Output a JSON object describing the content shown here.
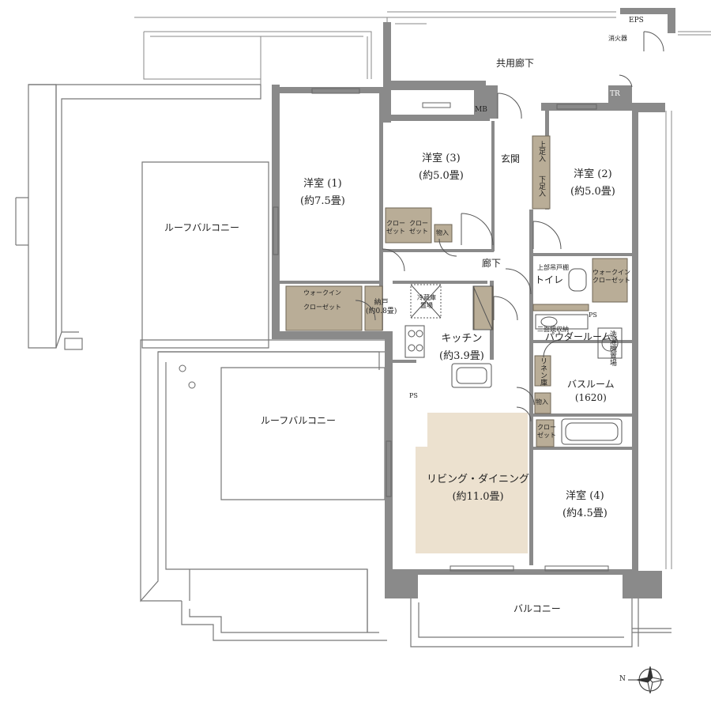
{
  "labels": {
    "eps": "EPS",
    "extinguisher": "消火器",
    "common_corridor": "共用廊下",
    "tr": "TR",
    "mb": "MB",
    "room1": {
      "name": "洋室 (1)",
      "size": "(約7.5畳)"
    },
    "room2": {
      "name": "洋室 (2)",
      "size": "(約5.0畳)"
    },
    "room3": {
      "name": "洋室 (3)",
      "size": "(約5.0畳)"
    },
    "room4": {
      "name": "洋室 (4)",
      "size": "(約4.5畳)"
    },
    "entrance": "玄関",
    "shoe_upper": "上足入",
    "shoe_lower": "下足入",
    "closet": "クロー\nゼット",
    "storage": "物入",
    "hallway": "廊下",
    "upper_cabinet": "上部吊戸棚",
    "toilet": "トイレ",
    "walkin_right": "ウォークイン\nクローゼット",
    "walkin_left": {
      "line1": "ウォークイン",
      "line2": "クローゼット"
    },
    "nando": {
      "name": "納戸",
      "size": "(約0.8畳)"
    },
    "fridge": "冷蔵庫置場",
    "kitchen": {
      "name": "キッチン",
      "size": "(約3.9畳)"
    },
    "ps": "PS",
    "sanmenkyo": "三面鏡収納",
    "powder_room": "パウダールーム",
    "washer": "洗濯機置場",
    "linen": "リネン庫",
    "bathroom": {
      "name": "バスルーム",
      "size": "(1620)"
    },
    "closet_small": "クロー\nゼット",
    "living": {
      "name": "リビング・ダイニング",
      "size": "(約11.0畳)"
    },
    "roof_balcony": "ルーフバルコニー",
    "balcony": "バルコニー",
    "north": "N"
  },
  "colors": {
    "wall": "#8a8a8a",
    "closet": "#b9ad97",
    "living": "#ece1cf",
    "line": "#555555"
  }
}
